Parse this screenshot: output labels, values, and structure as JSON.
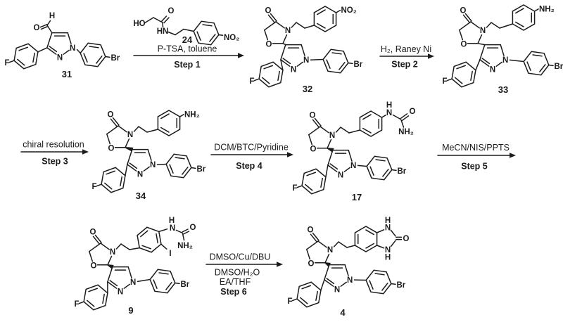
{
  "scheme": {
    "description_note": "six-step reaction scheme",
    "accent_color": "#1b1b1b",
    "background_color": "#ffffff"
  },
  "atoms": {
    "O": "O",
    "N": "N",
    "H": "H",
    "F": "F",
    "Br": "Br",
    "I": "I",
    "NO2": "NO₂",
    "NH2": "NH₂",
    "HO": "HO",
    "HN": "HN"
  },
  "compounds": {
    "c31": "31",
    "c24": "24",
    "c32": "32",
    "c33": "33",
    "c34": "34",
    "c17": "17",
    "c9": "9",
    "c4": "4"
  },
  "steps": {
    "s1": {
      "reagents": "P-TSA, toluene",
      "label": "Step 1"
    },
    "s2": {
      "reagents": "H₂, Raney Ni",
      "label": "Step 2"
    },
    "s3": {
      "reagents": "chiral resolution",
      "label": "Step 3"
    },
    "s4": {
      "reagents": "DCM/BTC/Pyridine",
      "label": "Step 4"
    },
    "s5": {
      "reagents": "MeCN/NIS/PPTS",
      "label": "Step 5"
    },
    "s6": {
      "reagents": "DMSO/Cu/DBU",
      "below1": "DMSO/H₂O",
      "below2": "EA/THF",
      "label": "Step 6"
    }
  }
}
